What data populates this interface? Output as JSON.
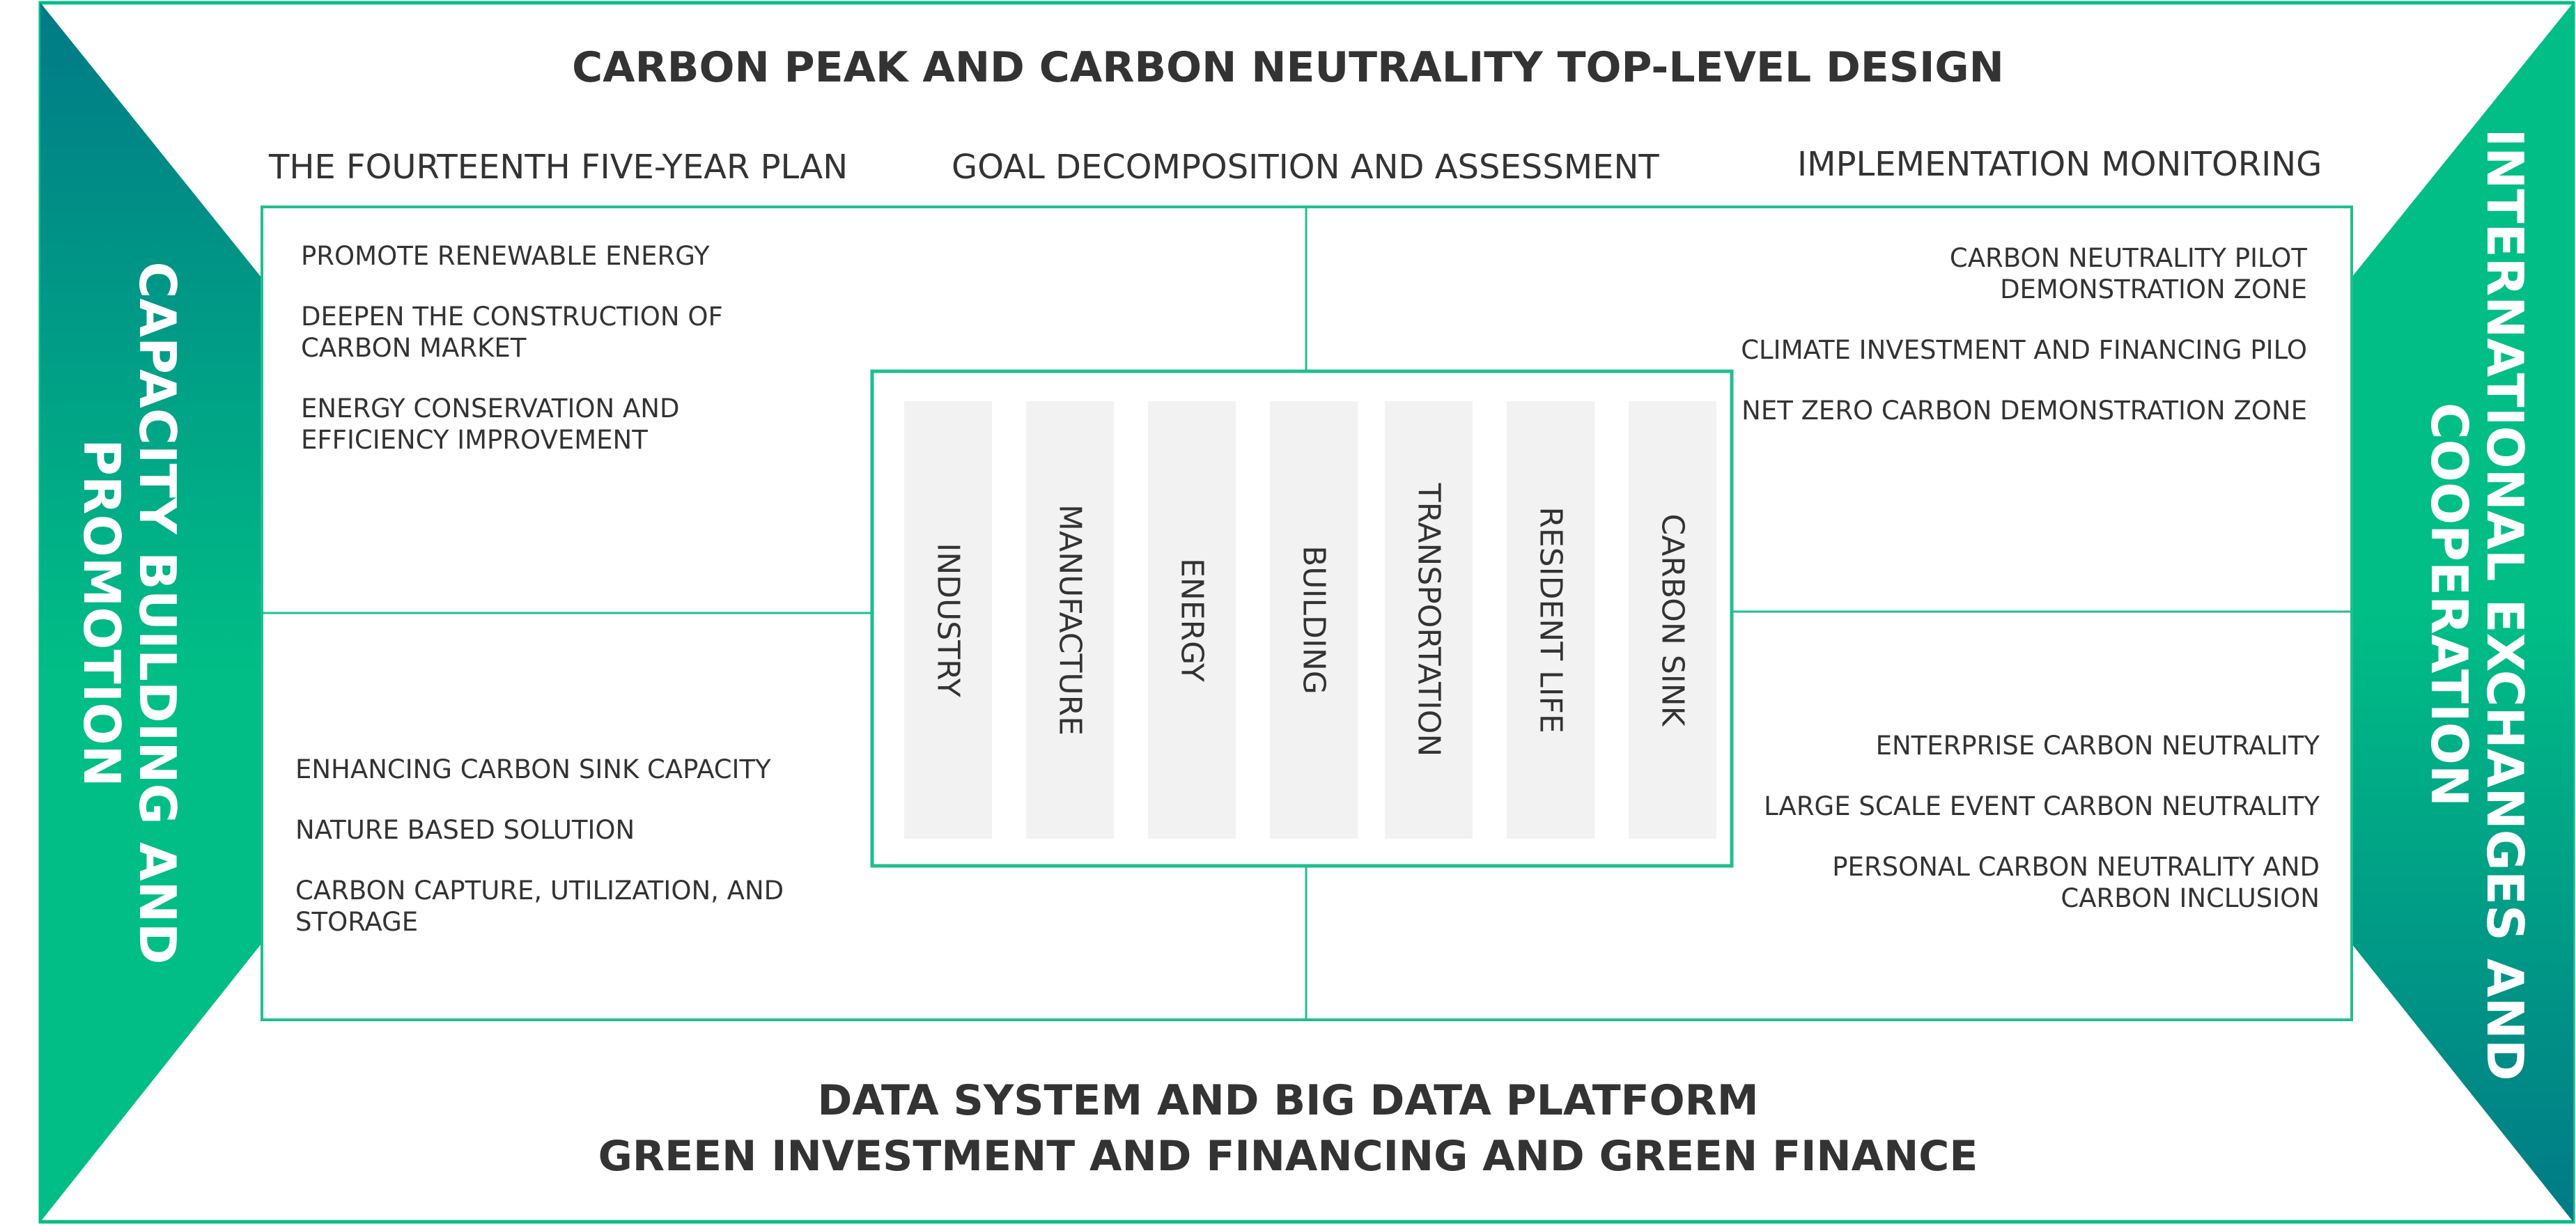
{
  "title": "CARBON PEAK AND CARBON NEUTRALITY TOP-LEVEL DESIGN",
  "columns": [
    "THE FOURTEENTH FIVE-YEAR PLAN",
    "GOAL DECOMPOSITION AND ASSESSMENT",
    "IMPLEMENTATION MONITORING"
  ],
  "left_side": [
    "CAPACITY BUILDING AND",
    "PROMOTION"
  ],
  "right_side": [
    "INTERNATIONAL EXCHANGES AND",
    "COOPERATION"
  ],
  "top_left_items": [
    [
      "PROMOTE RENEWABLE ENERGY"
    ],
    [
      "DEEPEN THE CONSTRUCTION OF",
      "CARBON MARKET"
    ],
    [
      "ENERGY CONSERVATION AND",
      "EFFICIENCY IMPROVEMENT"
    ]
  ],
  "top_right_items": [
    [
      "CARBON NEUTRALITY PILOT",
      "DEMONSTRATION ZONE"
    ],
    [
      "CLIMATE INVESTMENT AND FINANCING PILO"
    ],
    [
      "NET ZERO CARBON DEMONSTRATION ZONE"
    ]
  ],
  "bottom_left_items": [
    [
      "ENHANCING CARBON SINK CAPACITY"
    ],
    [
      "NATURE BASED SOLUTION"
    ],
    [
      "CARBON CAPTURE, UTILIZATION, AND",
      "STORAGE"
    ]
  ],
  "bottom_right_items": [
    [
      "ENTERPRISE CARBON NEUTRALITY"
    ],
    [
      "LARGE SCALE EVENT CARBON NEUTRALITY"
    ],
    [
      "PERSONAL CARBON NEUTRALITY AND",
      "CARBON INCLUSION"
    ]
  ],
  "sectors": [
    "INDUSTRY",
    "MANUFACTURE",
    "ENERGY",
    "BUILDING",
    "TRANSPORTATION",
    "RESIDENT LIFE",
    "CARBON SINK"
  ],
  "bottom": [
    "DATA SYSTEM AND BIG DATA PLATFORM",
    "GREEN INVESTMENT AND FINANCING AND GREEN FINANCE"
  ],
  "colors": {
    "accent_green": "#00BE86",
    "teal": "#007A86",
    "line_green": "#1FBF8F",
    "sector_fill": "#F2F2F2",
    "text": "#333333"
  }
}
